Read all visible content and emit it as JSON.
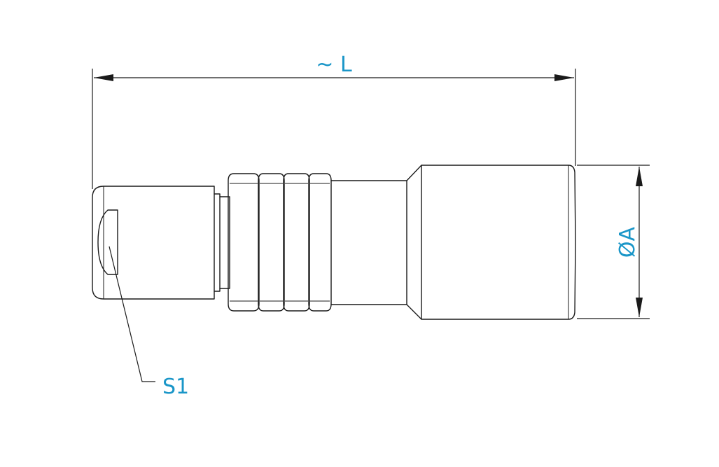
{
  "labels": {
    "length": "~ L",
    "diameter": "ØA",
    "wrench_size": "S1"
  },
  "colors": {
    "label": "#1a96c8",
    "line": "#1a1a1a",
    "background": "#ffffff"
  }
}
